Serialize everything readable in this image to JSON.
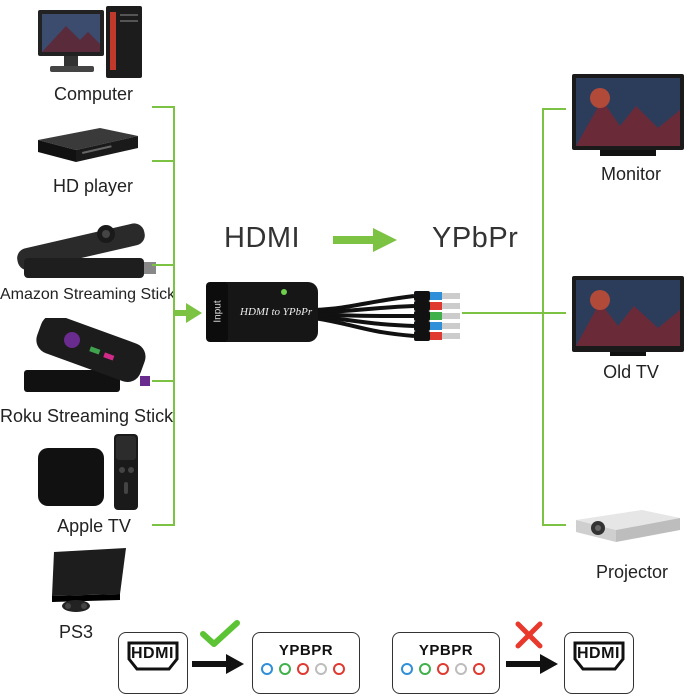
{
  "sources": [
    {
      "label": "Computer",
      "icon": "computer-tower-monitor-icon"
    },
    {
      "label": "HD player",
      "icon": "dvd-player-icon"
    },
    {
      "label": "Amazon Streaming Stick",
      "icon": "fire-stick-remote-icon"
    },
    {
      "label": "Roku Streaming Stick",
      "icon": "roku-remote-icon"
    },
    {
      "label": "Apple TV",
      "icon": "apple-tv-box-icon"
    },
    {
      "label": "PS3",
      "icon": "ps3-console-icon"
    }
  ],
  "outputs": [
    {
      "label": "Monitor",
      "icon": "monitor-icon"
    },
    {
      "label": "Old TV",
      "icon": "tv-icon"
    },
    {
      "label": "Projector",
      "icon": "projector-icon"
    }
  ],
  "conversion": {
    "from": "HDMI",
    "to": "YPbPr",
    "adapter_label": "HDMI to YPbPr",
    "input_label": "Input"
  },
  "bottom": {
    "ok": {
      "from_logo": "HDMI",
      "to_title": "YPBPR",
      "status_icon": "check-icon"
    },
    "bad": {
      "from_title": "YPBPR",
      "to_logo": "HDMI",
      "status_icon": "cross-icon"
    }
  },
  "colors": {
    "accent_green": "#7cc243",
    "check_green": "#5cc434",
    "cross_red": "#e8392c",
    "rca": [
      "#2f8fd9",
      "#3fb04a",
      "#e03a30",
      "#e0e0e0",
      "#e03a30"
    ]
  }
}
